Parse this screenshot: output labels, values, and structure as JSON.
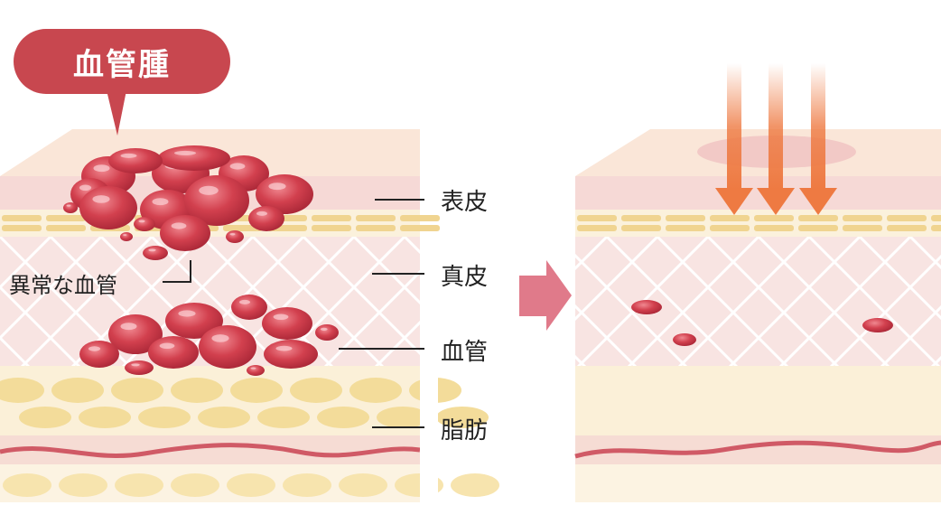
{
  "callout": {
    "title": "血管腫",
    "color": "#c8474f"
  },
  "labels": {
    "epidermis": "表皮",
    "dermis": "真皮",
    "vessel": "血管",
    "fat": "脂肪",
    "abnormal_vessel": "異常な血管"
  },
  "colors": {
    "epidermis": "#f6d9d6",
    "top_face": "#fae6d8",
    "dermis": "#f8e4e2",
    "fat": "#f3dc9a",
    "vessel": "#c93a48",
    "laser": "#ee7a42",
    "transition_arrow": "#e07a8a"
  }
}
